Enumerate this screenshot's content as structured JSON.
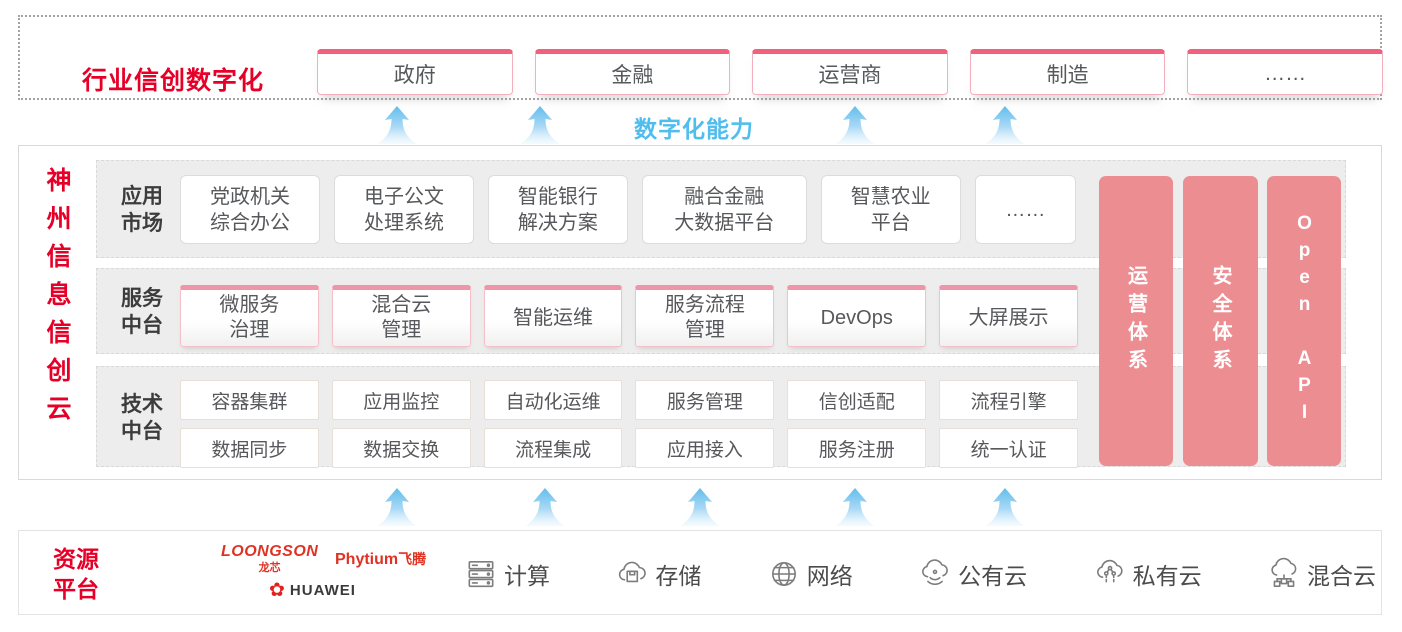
{
  "colors": {
    "accent_red": "#e60027",
    "pillar_pink": "#ec8d92",
    "capability_blue": "#4fbdee"
  },
  "top_band": {
    "label": "行业信创数字化",
    "industries": [
      "政府",
      "金融",
      "运营商",
      "制造",
      "……"
    ]
  },
  "capability": {
    "label": "数字化能力"
  },
  "main": {
    "side_title": "神州信息信创云",
    "rows": [
      {
        "label": "应用\n市场",
        "boxes": [
          "党政机关\n综合办公",
          "电子公文\n处理系统",
          "智能银行\n解决方案",
          "融合金融\n大数据平台",
          "智慧农业\n平台",
          "……"
        ]
      },
      {
        "label": "服务\n中台",
        "boxes": [
          "微服务\n治理",
          "混合云\n管理",
          "智能运维",
          "服务流程\n管理",
          "DevOps",
          "大屏展示"
        ]
      },
      {
        "label": "技术\n中台",
        "boxes_top": [
          "容器集群",
          "应用监控",
          "自动化运维",
          "服务管理",
          "信创适配",
          "流程引擎"
        ],
        "boxes_bottom": [
          "数据同步",
          "数据交换",
          "流程集成",
          "应用接入",
          "服务注册",
          "统一认证"
        ]
      }
    ],
    "pillars": [
      "运营体系",
      "安全体系",
      "Open API"
    ]
  },
  "resource": {
    "label": "资源\n平台",
    "vendors": {
      "loongson": "LOONGSON",
      "loongson_sub": "龙芯",
      "phytium": "Phytium",
      "phytium_sub": "飞腾",
      "huawei": "HUAWEI"
    },
    "items": [
      {
        "icon": "compute-icon",
        "label": "计算"
      },
      {
        "icon": "storage-icon",
        "label": "存储"
      },
      {
        "icon": "network-icon",
        "label": "网络"
      },
      {
        "icon": "public-cloud-icon",
        "label": "公有云"
      },
      {
        "icon": "private-cloud-icon",
        "label": "私有云"
      },
      {
        "icon": "hybrid-cloud-icon",
        "label": "混合云"
      }
    ]
  }
}
